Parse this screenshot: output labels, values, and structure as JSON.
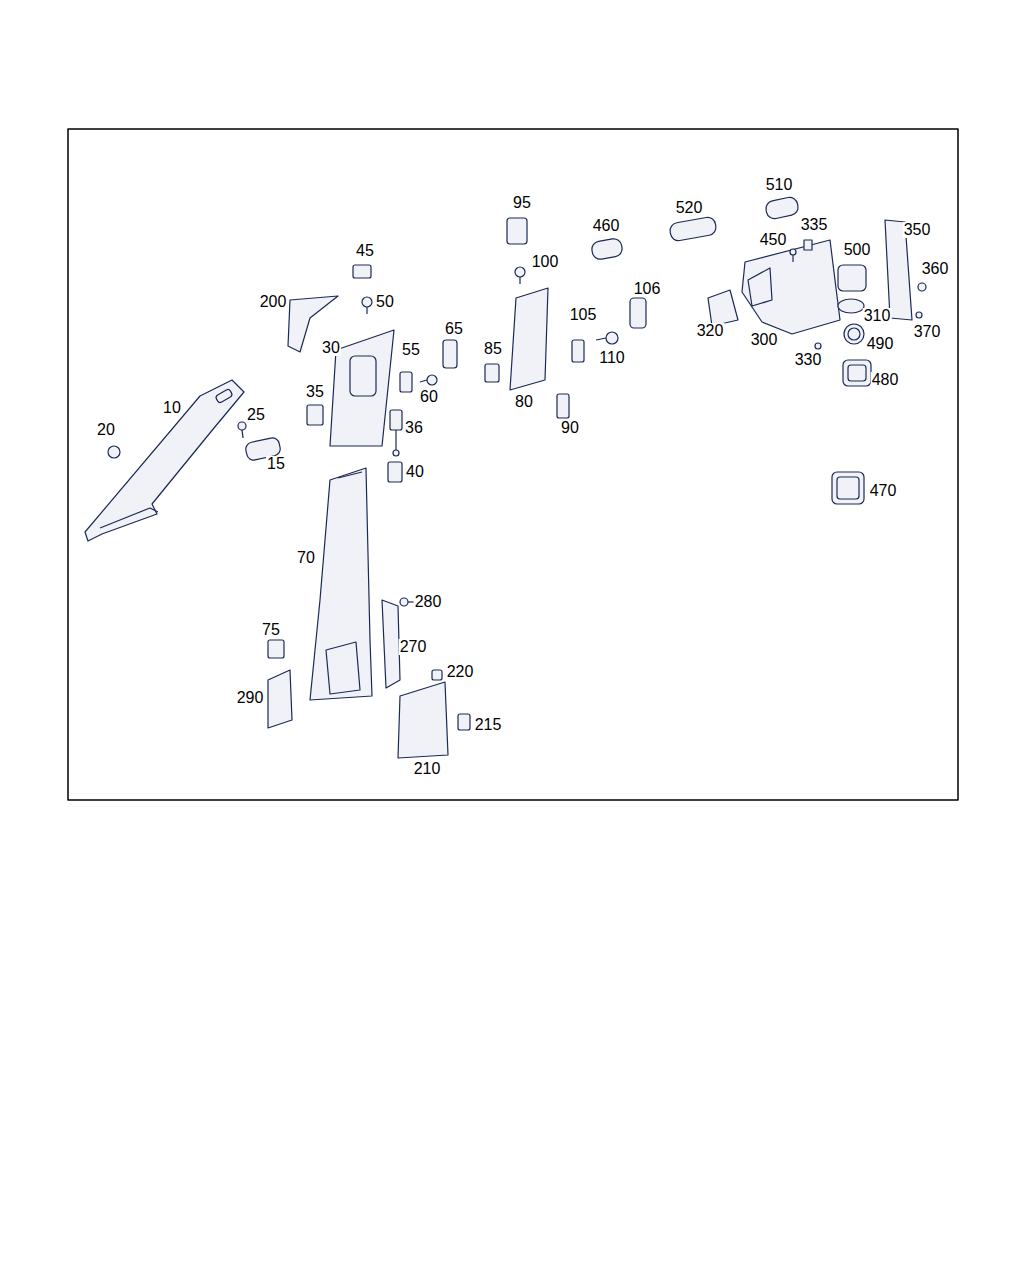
{
  "diagram": {
    "labels": [
      "95",
      "510",
      "520",
      "460",
      "335",
      "450",
      "350",
      "45",
      "100",
      "500",
      "360",
      "200",
      "50",
      "106",
      "320",
      "310",
      "370",
      "105",
      "300",
      "65",
      "30",
      "55",
      "85",
      "110",
      "330",
      "490",
      "35",
      "60",
      "480",
      "10",
      "80",
      "25",
      "36",
      "90",
      "20",
      "15",
      "40",
      "470",
      "70",
      "280",
      "75",
      "270",
      "220",
      "290",
      "215",
      "210"
    ]
  }
}
